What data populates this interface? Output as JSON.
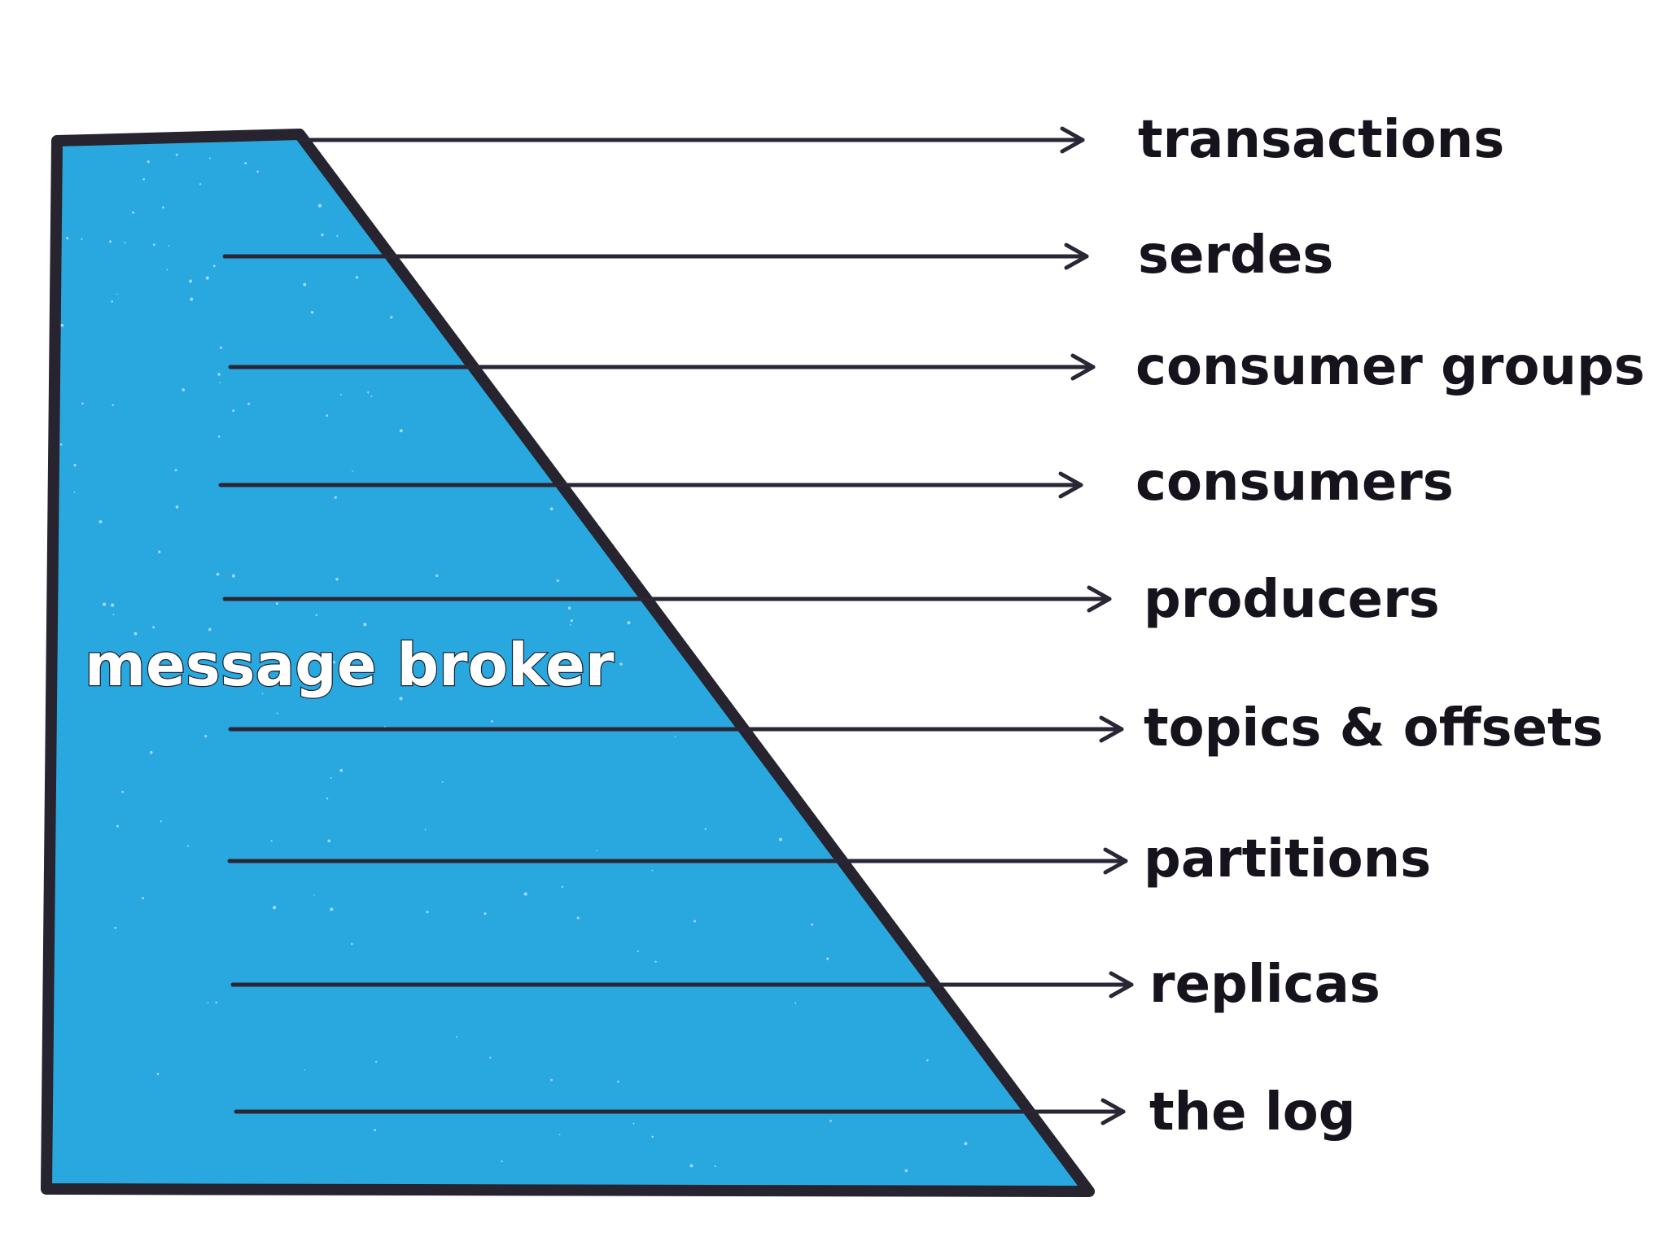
{
  "diagram": {
    "main_label": "message broker",
    "layers": [
      {
        "label": "transactions"
      },
      {
        "label": "serdes"
      },
      {
        "label": "consumer groups"
      },
      {
        "label": "consumers"
      },
      {
        "label": "producers"
      },
      {
        "label": "topics & offsets"
      },
      {
        "label": "partitions"
      },
      {
        "label": "replicas"
      },
      {
        "label": "the log"
      }
    ]
  },
  "colors": {
    "fill": "#29a8e0",
    "outline": "#27232f",
    "text": "#16131c",
    "main_label_text": "#ffffff"
  }
}
